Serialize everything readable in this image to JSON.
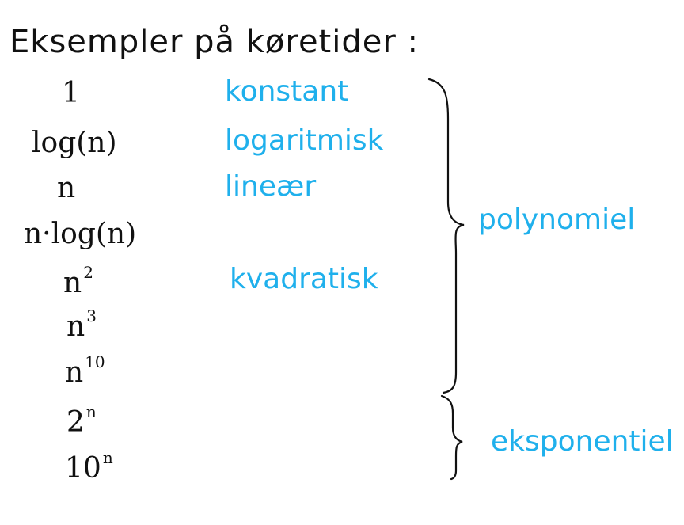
{
  "title": "Eksempler på køretider :",
  "rows": [
    {
      "base": "1",
      "exp": "",
      "class": "konstant"
    },
    {
      "base": "log(n)",
      "exp": "",
      "class": "logaritmisk"
    },
    {
      "base": "n",
      "exp": "",
      "class": "lineær"
    },
    {
      "base": "n·log(n)",
      "exp": "",
      "class": ""
    },
    {
      "base": "n",
      "exp": "2",
      "class": "kvadratisk"
    },
    {
      "base": "n",
      "exp": "3",
      "class": ""
    },
    {
      "base": "n",
      "exp": "10",
      "class": ""
    },
    {
      "base": "2",
      "exp": "n",
      "class": ""
    },
    {
      "base": "10",
      "exp": "n",
      "class": ""
    }
  ],
  "groups": {
    "polynomial": "polynomiel",
    "exponential": "eksponentiel"
  },
  "colors": {
    "ink": "#111111",
    "accent": "#1fb0ec"
  }
}
